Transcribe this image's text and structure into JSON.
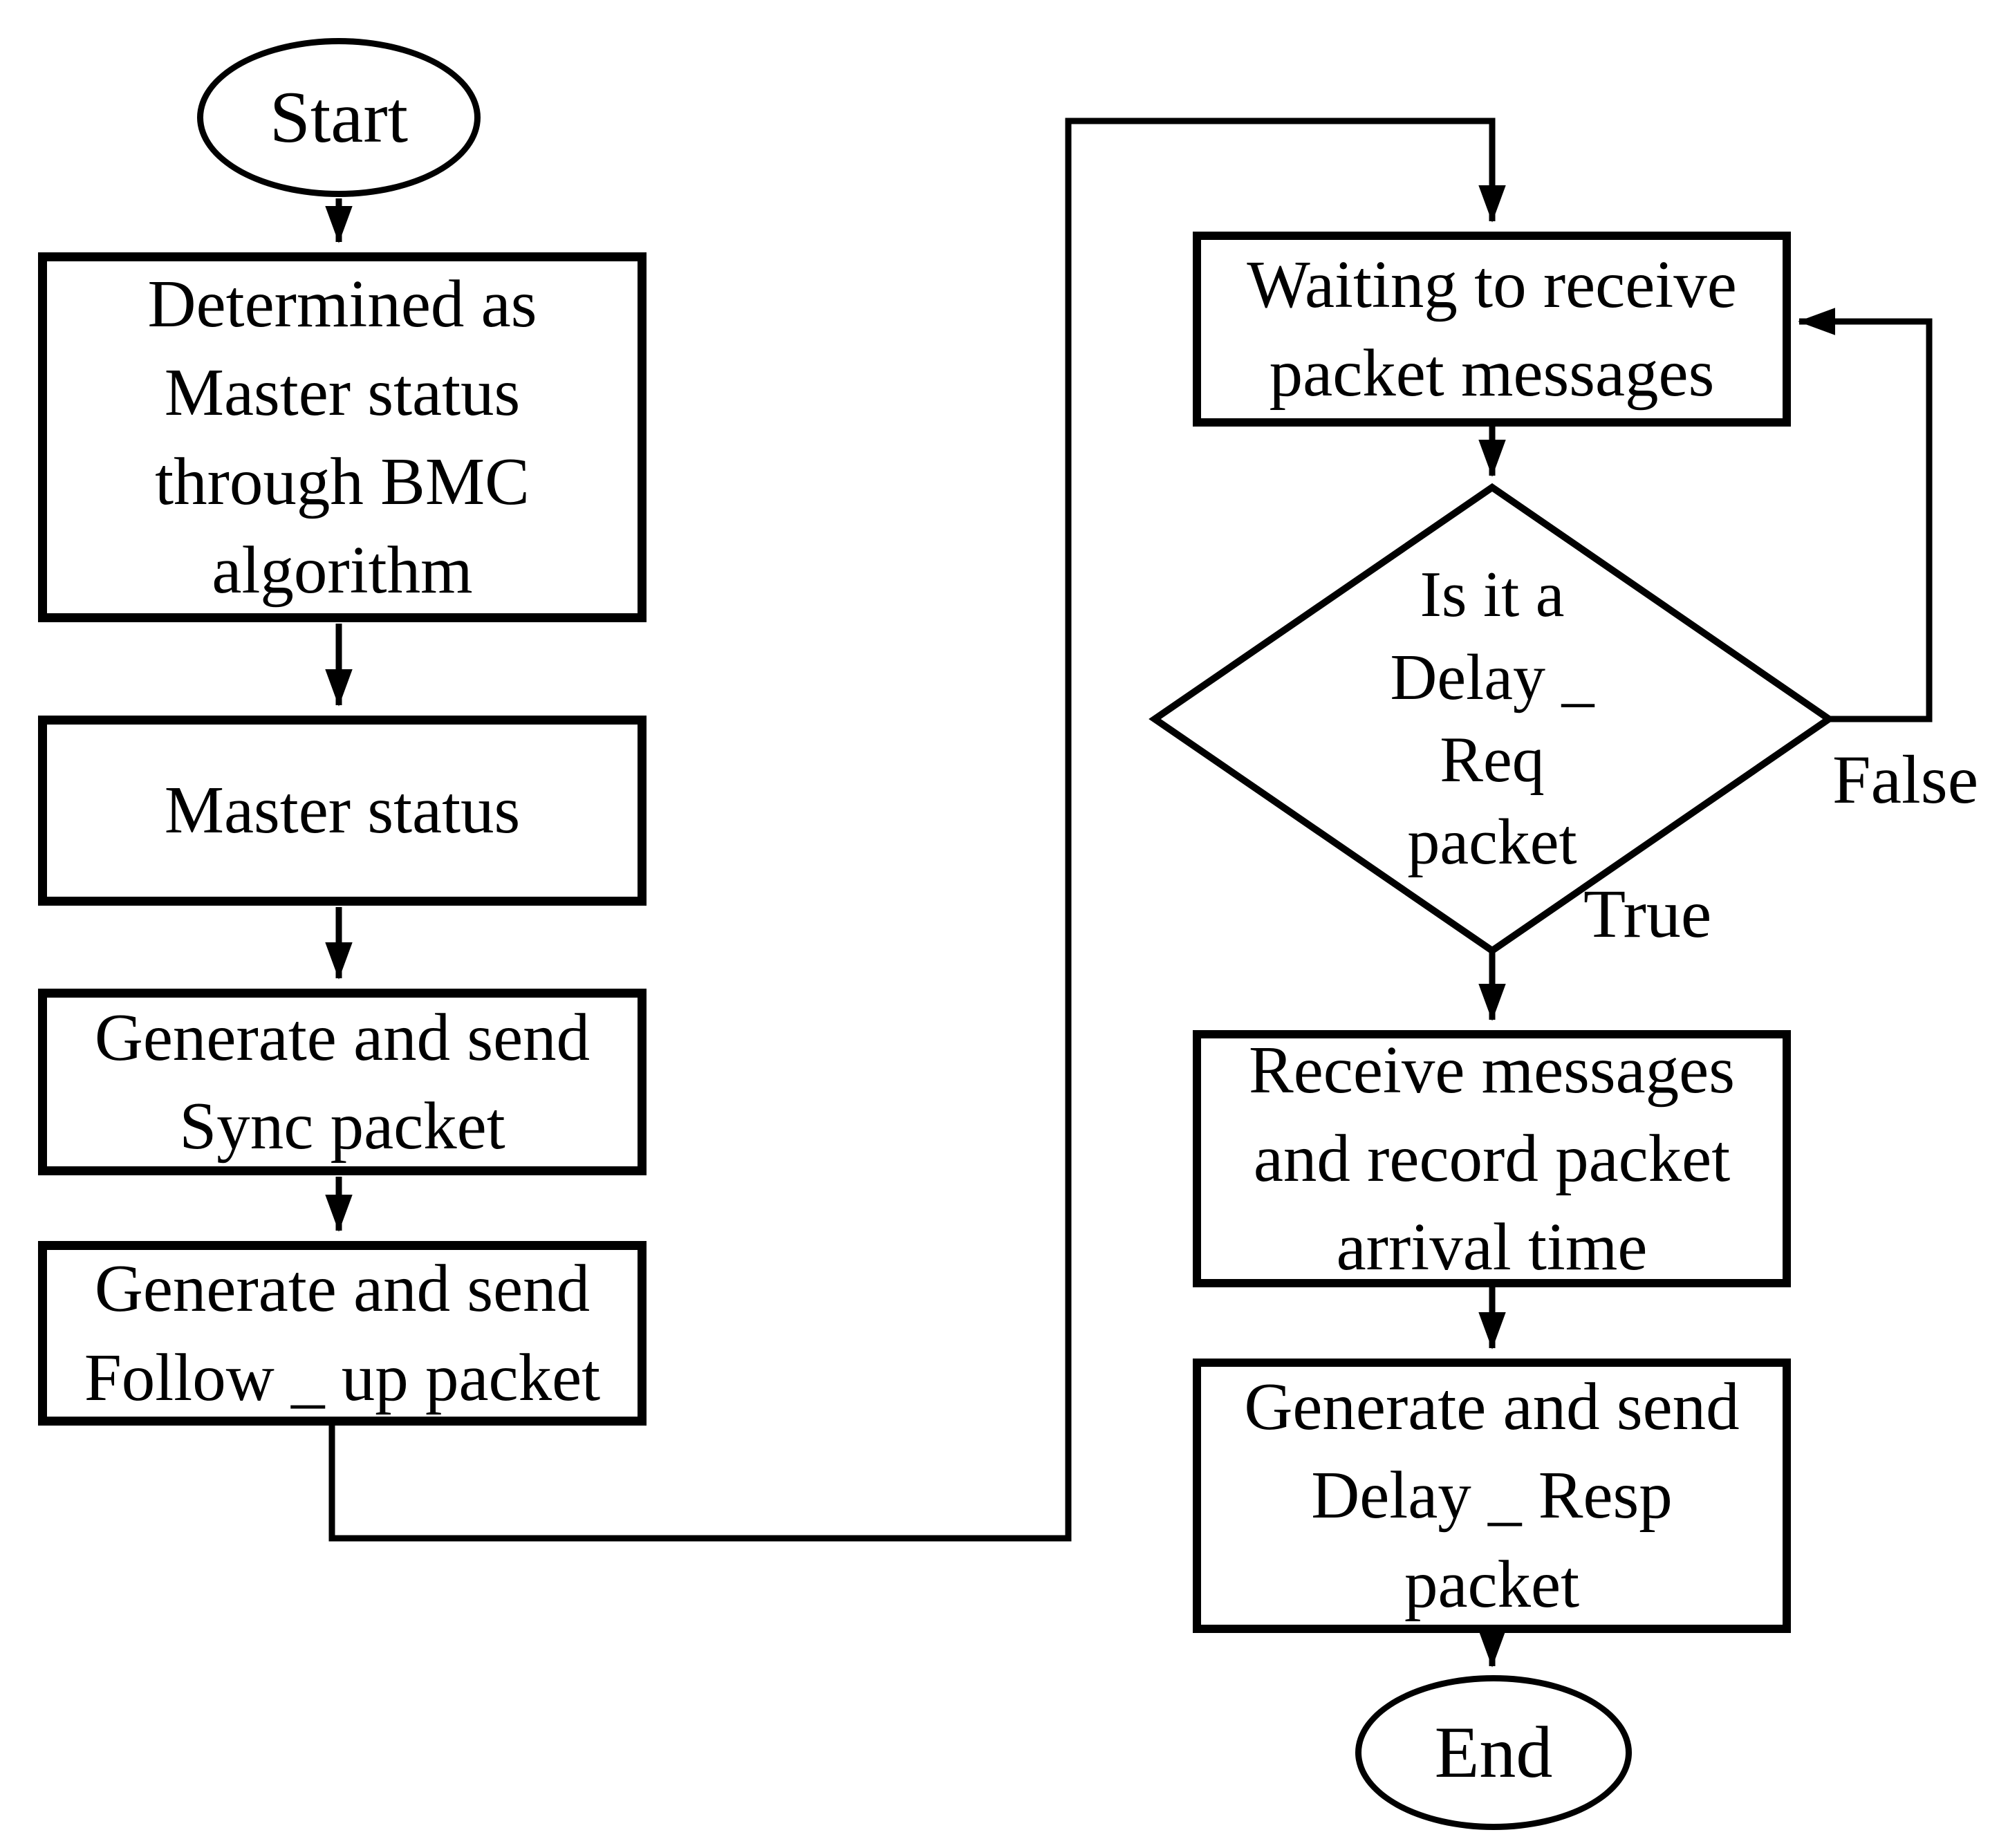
{
  "nodes": {
    "start": {
      "type": "terminator",
      "label": "Start"
    },
    "bmc": {
      "type": "process",
      "lines": [
        "Determined as",
        "Master status",
        "through BMC",
        "algorithm"
      ]
    },
    "master": {
      "type": "process",
      "lines": [
        "Master status"
      ]
    },
    "sync": {
      "type": "process",
      "lines": [
        "Generate and send",
        "Sync packet"
      ]
    },
    "follow": {
      "type": "process",
      "lines": [
        "Generate and send",
        "Follow _ up packet"
      ]
    },
    "waiting": {
      "type": "process",
      "lines": [
        "Waiting to receive",
        "packet messages"
      ]
    },
    "decision": {
      "type": "decision",
      "lines": [
        "Is it a",
        "Delay _",
        "Req",
        "packet"
      ]
    },
    "receive": {
      "type": "process",
      "lines": [
        "Receive messages",
        "and record packet",
        "arrival time"
      ]
    },
    "resp": {
      "type": "process",
      "lines": [
        "Generate and send",
        "Delay _ Resp",
        "packet"
      ]
    },
    "end": {
      "type": "terminator",
      "label": "End"
    }
  },
  "edge_labels": {
    "true_label": "True",
    "false_label": "False"
  },
  "colors": {
    "ink": "#000000",
    "paper": "#ffffff"
  }
}
